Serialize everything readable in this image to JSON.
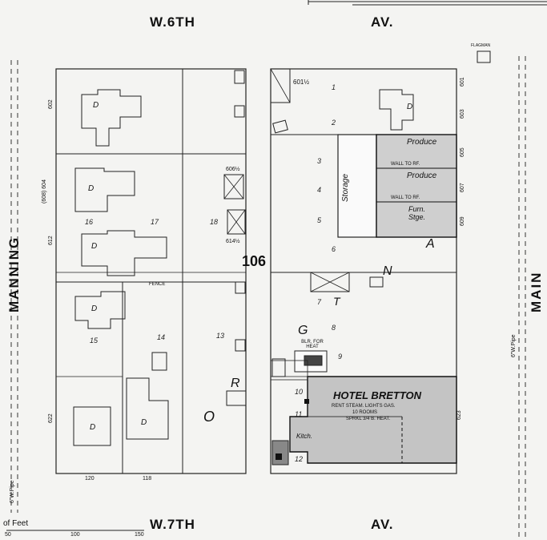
{
  "streets": {
    "top_left": "W.6TH",
    "top_right": "AV.",
    "bottom_left": "W.7TH",
    "bottom_right": "AV.",
    "left": "MANNING",
    "right": "MAIN"
  },
  "block_number": "106",
  "buildings": {
    "hotel_name": "HOTEL BRETTON",
    "hotel_detail_1": "RENT STEAM. LIGHTS GAS.",
    "hotel_detail_2": "10 ROOMS",
    "hotel_detail_3": "SPRKL 3/4 B. HEAT.",
    "produce_1": "Produce",
    "produce_2": "Produce",
    "furn_stge": "Furn. Stge.",
    "storage": "Storage",
    "kitchen": "Kitch.",
    "blr": "BLR. FOR HEAT",
    "fence": "FENCE",
    "wall_1": "WALL TO RF.",
    "wall_2": "WALL TO RF.",
    "flagman": "FLAGMAN"
  },
  "lot_numbers": {
    "r1": "1",
    "r2": "2",
    "r3": "3",
    "r4": "4",
    "r5": "5",
    "r6": "6",
    "r7": "7",
    "r8": "8",
    "r9": "9",
    "r10": "10",
    "r11": "11",
    "r12": "12",
    "l16": "16",
    "l17": "17",
    "l18": "18",
    "l15": "15",
    "l14": "14",
    "l13": "13"
  },
  "addresses": {
    "a601_half": "601½",
    "a601": "601",
    "a603": "603",
    "a605": "605",
    "a607": "607",
    "a609": "609",
    "a602": "602",
    "a604": "(608) 604",
    "a612": "612",
    "a606_half": "606½",
    "a614_half": "614½",
    "a622": "622",
    "a623": "623",
    "a120": "120",
    "a118": "118"
  },
  "pipes": {
    "left": "6\"W.Pipe",
    "right": "6\"W.Pipe"
  },
  "scale": {
    "label": "of Feet",
    "t50": "50",
    "t100": "100",
    "t150": "150"
  },
  "letters": {
    "a": "A",
    "n": "N",
    "t": "T",
    "g": "G",
    "o": "O",
    "r": "R",
    "d": "D"
  }
}
